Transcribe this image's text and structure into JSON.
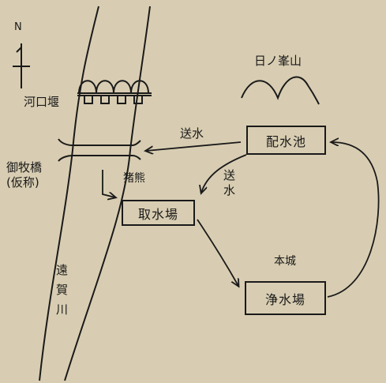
{
  "labels": {
    "north": "N",
    "mountain": "日ノ峯山",
    "weir": "河口堰",
    "bridge": "御牧橋",
    "bridge_note": "(仮称)",
    "inokuma": "猪熊",
    "honjo": "本城",
    "river": "遠賀川",
    "sousui_h": "送水",
    "sousui_v": "送水"
  },
  "boxes": {
    "reservoir": "配水池",
    "intake": "取水場",
    "purification": "浄水場"
  },
  "colors": {
    "paper": "#d8cdb2",
    "ink": "#1a1a1a"
  }
}
